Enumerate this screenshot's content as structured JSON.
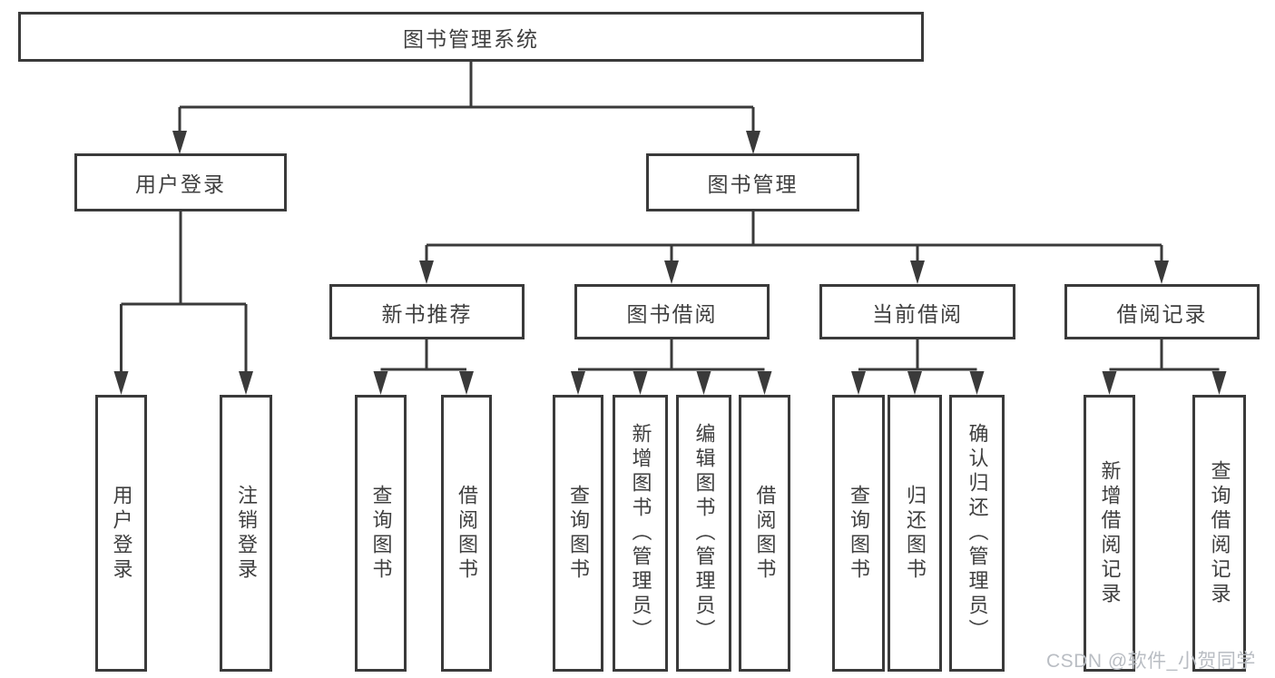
{
  "colors": {
    "line": "#3a3a3a",
    "text": "#3f3f3f",
    "background": "#ffffff",
    "watermark": "#b9bdc3"
  },
  "tree": {
    "root": {
      "label": "图书管理系统"
    },
    "user_login": {
      "label": "用户登录",
      "children": [
        "用户登录",
        "注销登录"
      ]
    },
    "book_management": {
      "label": "图书管理",
      "sections": [
        {
          "label": "新书推荐",
          "children": [
            "查询图书",
            "借阅图书"
          ]
        },
        {
          "label": "图书借阅",
          "children": [
            "查询图书",
            "新增图书（管理员）",
            "编辑图书（管理员）",
            "借阅图书"
          ]
        },
        {
          "label": "当前借阅",
          "children": [
            "查询图书",
            "归还图书",
            "确认归还（管理员）"
          ]
        },
        {
          "label": "借阅记录",
          "children": [
            "新增借阅记录",
            "查询借阅记录"
          ]
        }
      ]
    }
  },
  "watermark": {
    "text": "CSDN @软件_小贺同学"
  }
}
